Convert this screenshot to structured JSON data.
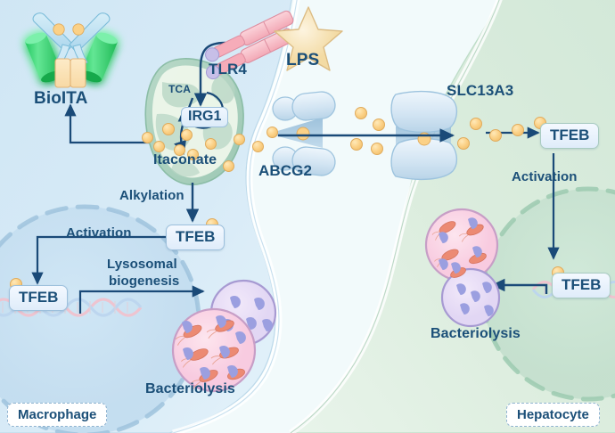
{
  "figure": {
    "type": "biological-pathway-diagram",
    "description": "Itaconate signalling between macrophage and hepatocyte driving TFEB-mediated lysosomal biogenesis and bacteriolysis"
  },
  "cells": {
    "left": {
      "tag": "Macrophage",
      "fill": "#d6e9f5"
    },
    "right": {
      "tag": "Hepatocyte",
      "fill": "#d8ebdc"
    }
  },
  "labels": {
    "bioita": "BioITA",
    "tlr4": "TLR4",
    "lps": "LPS",
    "tca": "TCA",
    "irg1": "IRG1",
    "itaconate": "Itaconate",
    "abcg2": "ABCG2",
    "slc13a3": "SLC13A3",
    "alkylation": "Alkylation",
    "activation_left": "Activation",
    "activation_right": "Activation",
    "lysosomal_biogenesis": "Lysosomal\nbiogenesis",
    "lysosomal_biogenesis_line1": "Lysosomal",
    "lysosomal_biogenesis_line2": "biogenesis",
    "bacteriolysis_left": "Bacteriolysis",
    "bacteriolysis_right": "Bacteriolysis",
    "tfeb_macrophage_cytosol": "TFEB",
    "tfeb_macrophage_nucleus": "TFEB",
    "tfeb_hepatocyte_cytosol": "TFEB",
    "tfeb_hepatocyte_nucleus": "TFEB"
  },
  "colors": {
    "text_navy": "#1b4f78",
    "arrow_navy": "#1a4a78",
    "itaconate_dot": "#fbd187",
    "macrophage_cytoplasm": "#d6e9f5",
    "hepatocyte_cytoplasm": "#d8ebdc",
    "background": "#f2fafb",
    "mitochondria_green": "#9dc8b4",
    "bioita_green": "#2fd06a",
    "tlr4_pink": "#f6b8c0",
    "lps_star": "#f7e0ae",
    "transporter_blue": "#bcd6ea",
    "bacteria_red": "#e8836d",
    "lysosome_purple": "#9b9fe0",
    "dna_pink": "#f2c8d2",
    "dna_blue": "#bcd4ee"
  },
  "components": {
    "bioita": {
      "name": "BioITA",
      "parts": [
        "glowing-green-cylinder-left",
        "glowing-green-cylinder-right",
        "blue-antibody-v",
        "two-orange-dots",
        "cream-rectangle-pair"
      ]
    },
    "tlr4": {
      "name": "TLR4",
      "parts": [
        "purple-head-upper",
        "purple-head-lower",
        "pink-rod-upper",
        "pink-rod-lower"
      ]
    },
    "lps": {
      "name": "LPS",
      "shape": "five-point-star"
    },
    "mitochondrion": {
      "contains": [
        "TCA",
        "IRG1",
        "Itaconate"
      ]
    },
    "abcg2": {
      "name": "ABCG2",
      "type": "efflux-transporter",
      "location": "macrophage-membrane"
    },
    "slc13a3": {
      "name": "SLC13A3",
      "type": "uptake-transporter",
      "location": "hepatocyte-membrane"
    },
    "bacteriolysis_vesicles": {
      "large_vesicle": "bacteria-filled phagosome",
      "small_vesicle": "lysosome-only vesicle"
    }
  },
  "arrows": [
    {
      "from": "Itaconate",
      "to": "BioITA",
      "label": ""
    },
    {
      "from": "TLR4",
      "to": "IRG1",
      "label": ""
    },
    {
      "from": "TCA",
      "to": "Itaconate",
      "label": ""
    },
    {
      "from": "Itaconate",
      "to": "TFEB (macrophage cytosol)",
      "label": "Alkylation"
    },
    {
      "from": "TFEB (macrophage cytosol)",
      "to": "TFEB (macrophage nucleus)",
      "label": "Activation"
    },
    {
      "from": "TFEB (macrophage nucleus)",
      "to": "Bacteriolysis (macrophage)",
      "label": "Lysosomal biogenesis"
    },
    {
      "from": "ABCG2",
      "to": "SLC13A3",
      "label": ""
    },
    {
      "from": "SLC13A3",
      "to": "TFEB (hepatocyte cytosol)",
      "label": ""
    },
    {
      "from": "TFEB (hepatocyte cytosol)",
      "to": "TFEB (hepatocyte nucleus)",
      "label": "Activation"
    },
    {
      "from": "TFEB (hepatocyte nucleus)",
      "to": "Bacteriolysis (hepatocyte)",
      "label": ""
    }
  ]
}
